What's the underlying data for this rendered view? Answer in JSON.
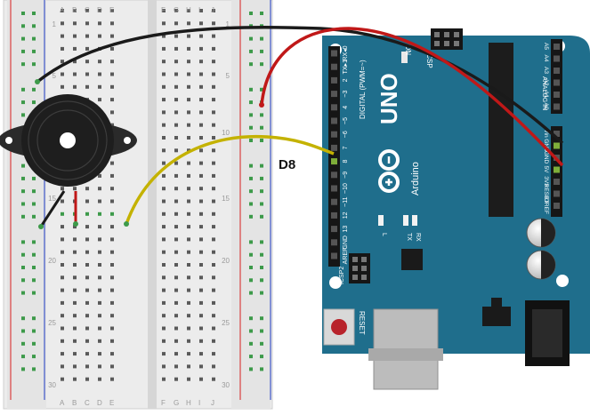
{
  "breadboard": {
    "column_labels_left": [
      "A",
      "B",
      "C",
      "D",
      "E"
    ],
    "column_labels_right": [
      "F",
      "G",
      "H",
      "I",
      "J"
    ],
    "row_numbers": [
      "1",
      "5",
      "10",
      "15",
      "20",
      "25",
      "30"
    ]
  },
  "wire_label": "D8",
  "arduino": {
    "model": "UNO",
    "brand": "Arduino",
    "on_label": "ON",
    "icsp_top": "ICSP",
    "icsp_side": "ICSP2",
    "reset_label": "RESET",
    "digital_header": "DIGITAL (PWM=~)",
    "analog_header": "ANALOG IN",
    "tx_label": "TX",
    "rx_label": "RX",
    "l_label": "L",
    "digital_pins": [
      "AREF",
      "GND",
      "13",
      "12",
      "~11",
      "~10",
      "~9",
      "8",
      "7",
      "~6",
      "~5",
      "4",
      "~3",
      "2",
      "TX▸1",
      "RX◂0"
    ],
    "power_pins": [
      "IOREF",
      "RESET",
      "3V3",
      "5V",
      "GND",
      "GND",
      "Vin"
    ],
    "analog_pins": [
      "A0",
      "A1",
      "A2",
      "A3",
      "A4",
      "A5"
    ]
  },
  "colors": {
    "board_teal": "#1f6e8c",
    "wire_black": "#1a1a1a",
    "wire_red": "#c01818",
    "wire_yellow": "#c4b200",
    "rail_red": "#d94040",
    "rail_blue": "#3f56c8",
    "hole_green": "#3d9a4a"
  }
}
